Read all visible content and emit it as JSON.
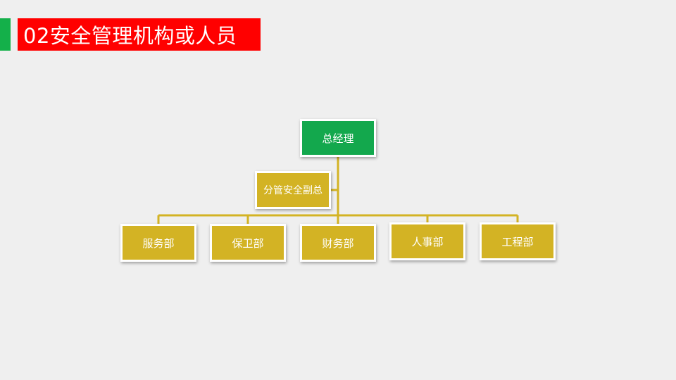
{
  "slide": {
    "title": "02安全管理机构或人员",
    "accent_color": "#14b04a",
    "title_bg_color": "#ff0000"
  },
  "org_chart": {
    "top": {
      "label": "总经理",
      "color": "#13a84d"
    },
    "assistant": {
      "label": "分管安全副总",
      "color": "#d3b324"
    },
    "departments": [
      {
        "label": "服务部"
      },
      {
        "label": "保卫部"
      },
      {
        "label": "财务部"
      },
      {
        "label": "人事部"
      },
      {
        "label": "工程部"
      }
    ],
    "department_color": "#d3b324",
    "connector_color": "#d3b324"
  }
}
